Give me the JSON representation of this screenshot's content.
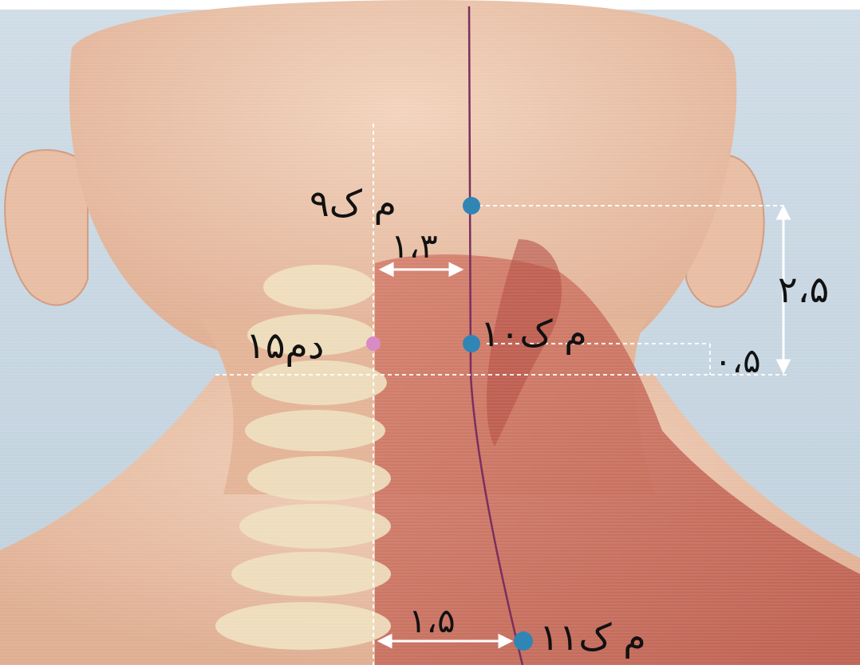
{
  "labels": {
    "point_mk9": "م ک۹",
    "point_mk10": "م ک۱۰",
    "point_mk11": "م ک۱۱",
    "point_dm15": "۱۵دم",
    "dist_upper": "۱،۳",
    "dist_lower": "۱،۵",
    "dist_vertical_total": "۲،۵",
    "dist_vertical_small": "۰،۵"
  },
  "colors": {
    "background": "#c9d8e2",
    "skin": "#e8c1a6",
    "muscle": "#c8655a",
    "bone": "#efe2c2",
    "midline": "#7a2f5e",
    "point_blue": "#2f86b5",
    "point_pink": "#d98bc6",
    "guide": "#ffffff"
  }
}
